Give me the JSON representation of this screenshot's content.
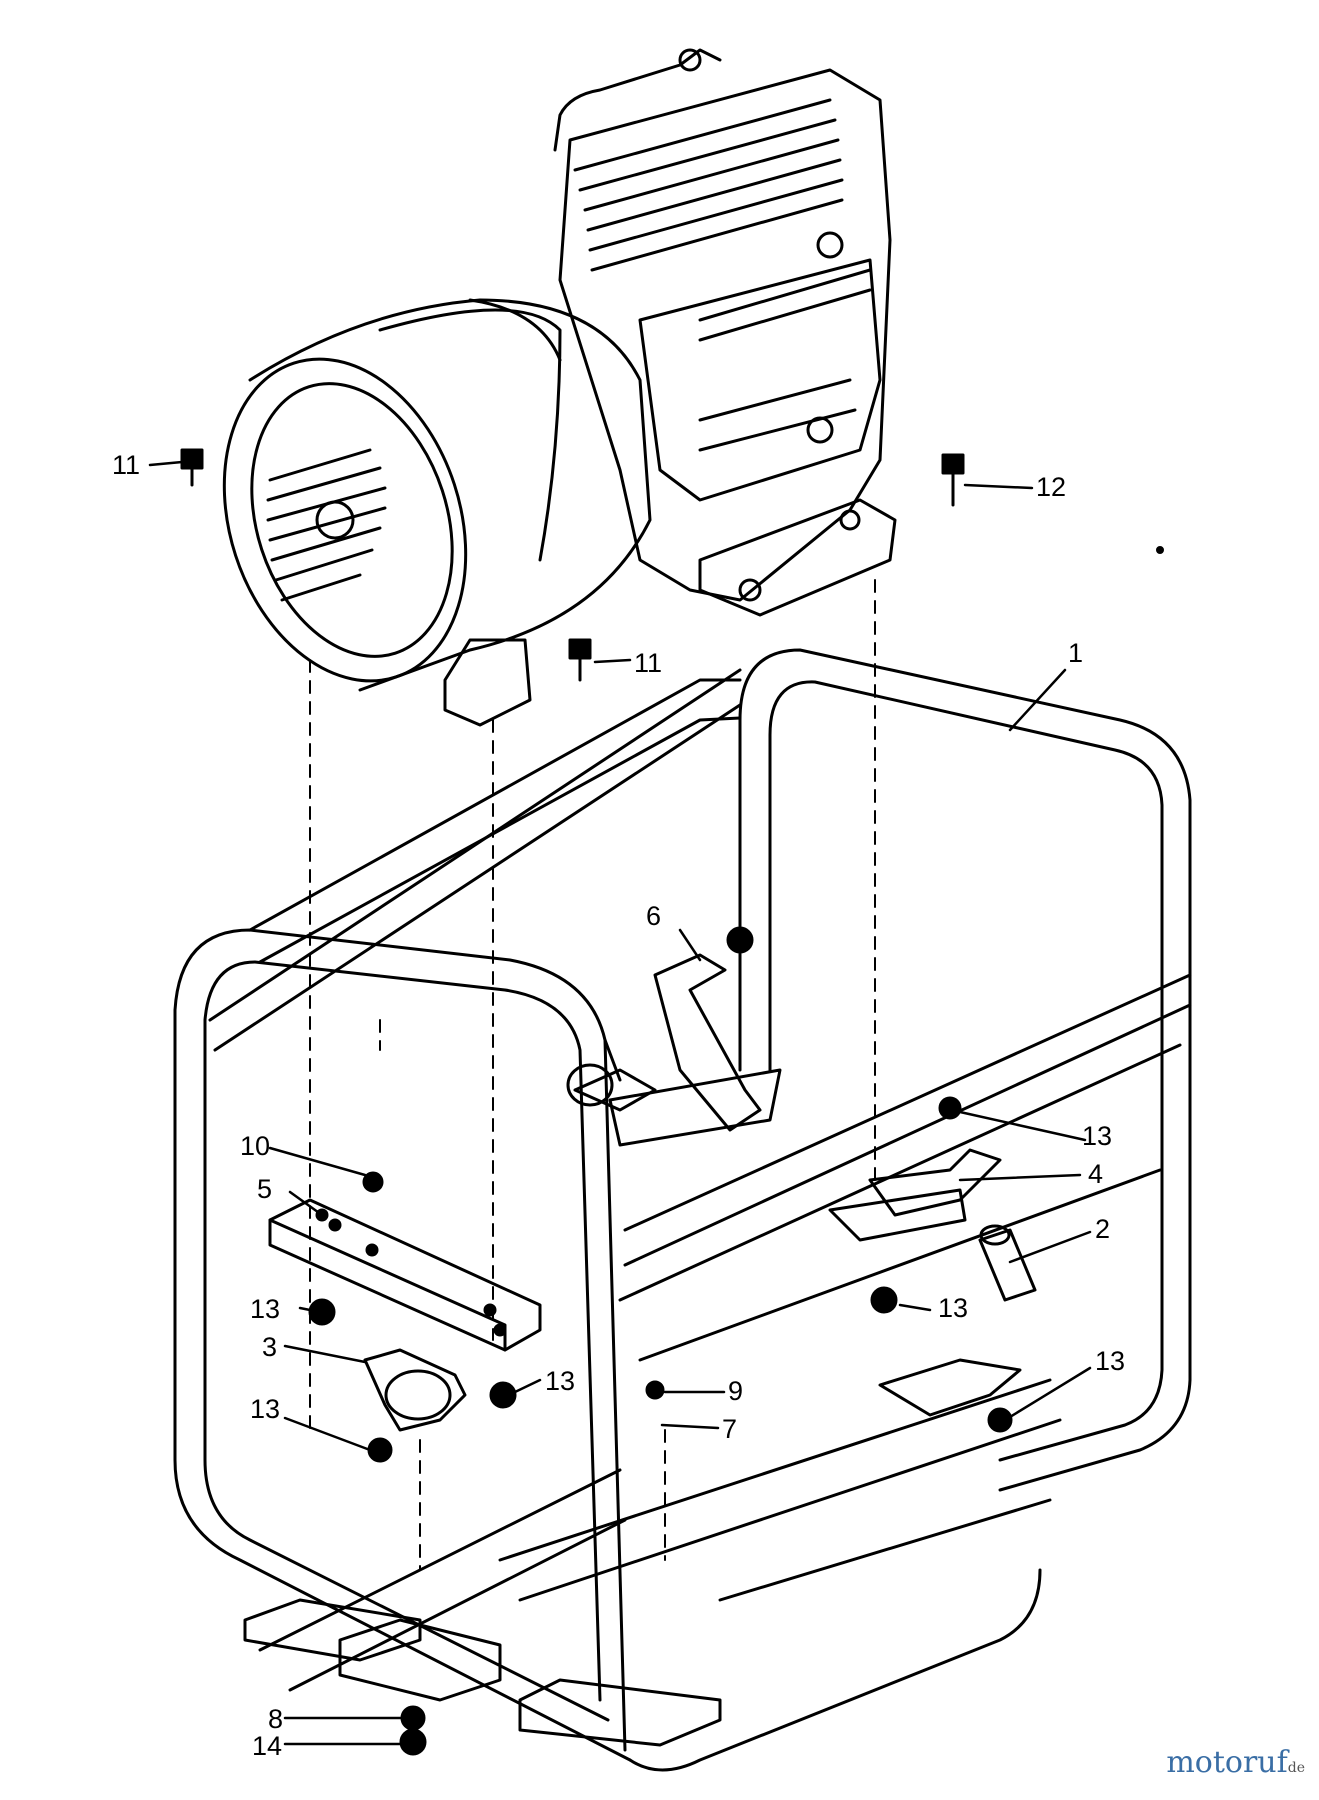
{
  "callouts": [
    {
      "id": "c1",
      "text": "1"
    },
    {
      "id": "c2",
      "text": "2"
    },
    {
      "id": "c3",
      "text": "3"
    },
    {
      "id": "c4",
      "text": "4"
    },
    {
      "id": "c5",
      "text": "5"
    },
    {
      "id": "c6",
      "text": "6"
    },
    {
      "id": "c7",
      "text": "7"
    },
    {
      "id": "c8",
      "text": "8"
    },
    {
      "id": "c9",
      "text": "9"
    },
    {
      "id": "c10",
      "text": "10"
    },
    {
      "id": "c11a",
      "text": "11"
    },
    {
      "id": "c11b",
      "text": "11"
    },
    {
      "id": "c12",
      "text": "12"
    },
    {
      "id": "c13a",
      "text": "13"
    },
    {
      "id": "c13b",
      "text": "13"
    },
    {
      "id": "c13c",
      "text": "13"
    },
    {
      "id": "c13d",
      "text": "13"
    },
    {
      "id": "c13e",
      "text": "13"
    },
    {
      "id": "c13f",
      "text": "13"
    },
    {
      "id": "c14",
      "text": "14"
    }
  ],
  "watermark": {
    "brand": "motoruf",
    "tld": "de"
  }
}
